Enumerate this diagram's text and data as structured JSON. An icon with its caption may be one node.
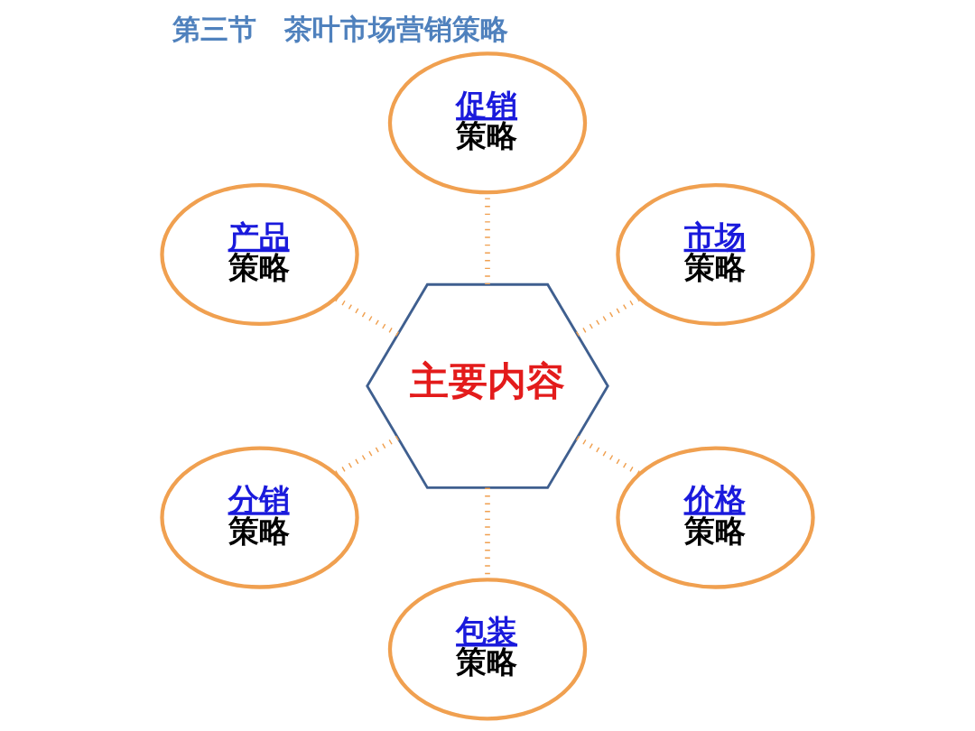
{
  "diagram": {
    "title": "第三节　茶叶市场营销策略",
    "nodes": [
      {
        "text": [
          "主要内容"
        ]
      },
      {
        "text": [
          "市场",
          "策略"
        ]
      },
      {
        "text": [
          "促销",
          "策略"
        ]
      },
      {
        "text": [
          "产品",
          "策略"
        ]
      },
      {
        "text": [
          "分销",
          "策略"
        ]
      },
      {
        "text": [
          "包装",
          "策略"
        ]
      },
      {
        "text": [
          "价格",
          "策略"
        ]
      }
    ],
    "edges": [
      {
        "from": 0,
        "to": 1,
        "arrow": "none"
      },
      {
        "from": 0,
        "to": 2,
        "arrow": "none"
      },
      {
        "from": 0,
        "to": 3,
        "arrow": "none"
      },
      {
        "from": 0,
        "to": 4,
        "arrow": "none"
      },
      {
        "from": 0,
        "to": 5,
        "arrow": "none"
      },
      {
        "from": 0,
        "to": 6,
        "arrow": "none"
      }
    ]
  }
}
